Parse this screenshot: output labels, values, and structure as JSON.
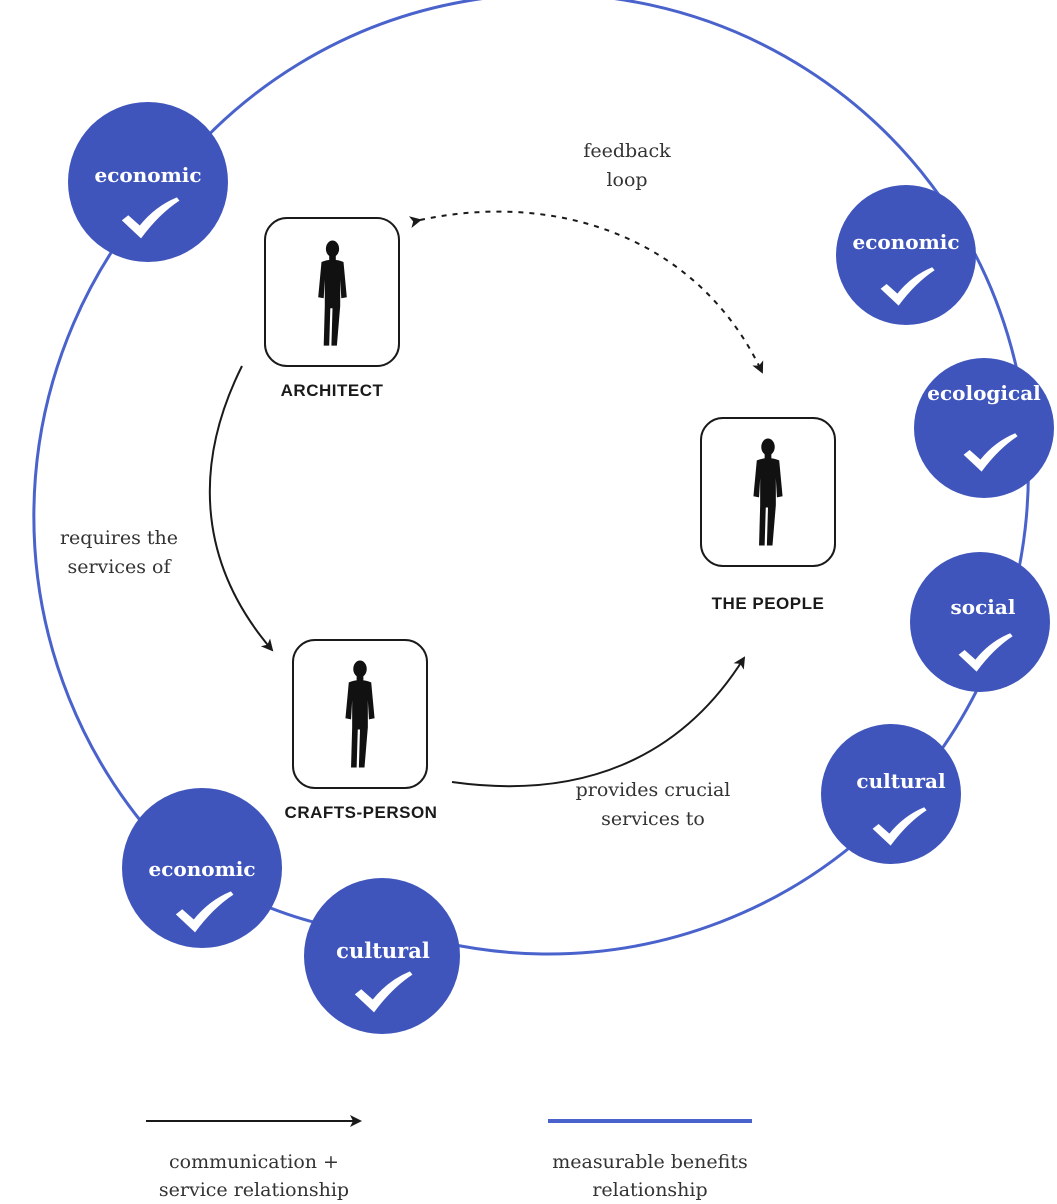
{
  "colors": {
    "benefit": "#3f55bc",
    "benefit_line": "#4a63cc",
    "arrow": "#1a1a1a",
    "text": "#333333",
    "white": "#ffffff"
  },
  "actors": {
    "architect": {
      "label": "ARCHITECT",
      "icon": "person-silhouette-icon"
    },
    "craftsperson": {
      "label": "CRAFTS-PERSON",
      "icon": "person-silhouette-icon"
    },
    "people": {
      "label": "THE PEOPLE",
      "icon": "person-silhouette-icon"
    }
  },
  "relations": {
    "requires": [
      "requires the",
      "services of"
    ],
    "provides": [
      "provides crucial",
      "services to"
    ],
    "feedback": [
      "feedback",
      "loop"
    ]
  },
  "benefits": [
    {
      "label": "economic",
      "icon": "checkmark-icon"
    },
    {
      "label": "economic",
      "icon": "checkmark-icon"
    },
    {
      "label": "ecological",
      "icon": "checkmark-icon"
    },
    {
      "label": "social",
      "icon": "checkmark-icon"
    },
    {
      "label": "cultural",
      "icon": "checkmark-icon"
    },
    {
      "label": "economic",
      "icon": "checkmark-icon"
    },
    {
      "label": "cultural",
      "icon": "checkmark-icon"
    }
  ],
  "legend": {
    "communication": [
      "communication +",
      "service relationship"
    ],
    "benefits": [
      "measurable benefits",
      "relationship"
    ]
  }
}
